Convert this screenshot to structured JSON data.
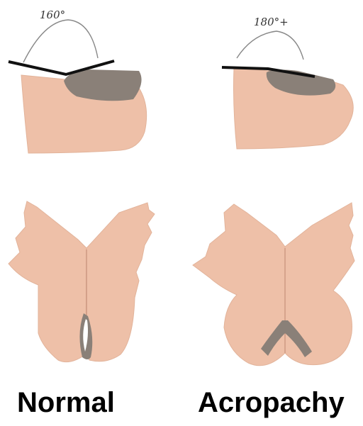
{
  "panels": [
    {
      "angle_label": "160°",
      "caption": "Normal"
    },
    {
      "angle_label": "180°+",
      "caption": "Acropachy"
    }
  ],
  "colors": {
    "skin": "#eec0a8",
    "skin_edge": "#d8a48c",
    "nail": "#8a8078",
    "angle_line": "#111111",
    "arc": "#888888"
  }
}
